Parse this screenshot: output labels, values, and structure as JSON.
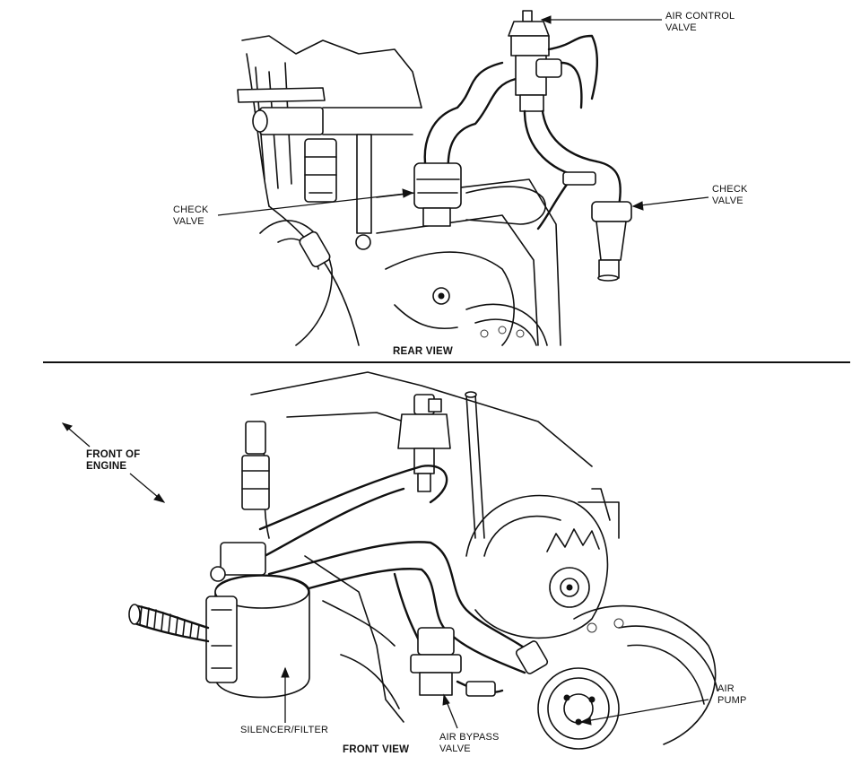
{
  "labels": {
    "air_control_valve": [
      "AIR CONTROL",
      "VALVE"
    ],
    "check_valve_left": [
      "CHECK",
      "VALVE"
    ],
    "check_valve_right": [
      "CHECK",
      "VALVE"
    ],
    "rear_view": "REAR VIEW",
    "front_of_engine": [
      "FRONT OF",
      "ENGINE"
    ],
    "air_pump": [
      "AIR",
      "PUMP"
    ],
    "silencer_filter": "SILENCER/FILTER",
    "air_bypass_valve": [
      "AIR BYPASS",
      "VALVE"
    ],
    "front_view": "FRONT VIEW"
  },
  "colors": {
    "ink": "#111111",
    "paper": "#ffffff"
  }
}
